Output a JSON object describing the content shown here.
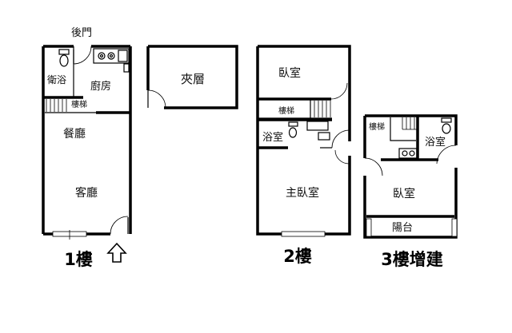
{
  "floors": [
    {
      "id": "floor1",
      "label": "1樓",
      "rooms": {
        "back_door": "後門",
        "bathroom": "衛浴",
        "kitchen": "廚房",
        "stairs": "樓梯",
        "dining": "餐廳",
        "living": "客廳"
      }
    },
    {
      "id": "mezzanine",
      "rooms": {
        "mezzanine": "夾層"
      }
    },
    {
      "id": "floor2",
      "label": "2樓",
      "rooms": {
        "bedroom": "臥室",
        "stairs": "樓梯",
        "bathroom": "浴室",
        "master_bedroom": "主臥室"
      }
    },
    {
      "id": "floor3",
      "label": "3樓增建",
      "rooms": {
        "stairs": "樓梯",
        "bathroom": "浴室",
        "bedroom": "臥室",
        "balcony": "陽台"
      }
    }
  ],
  "entrance_icon": "up-arrow-outline-icon"
}
